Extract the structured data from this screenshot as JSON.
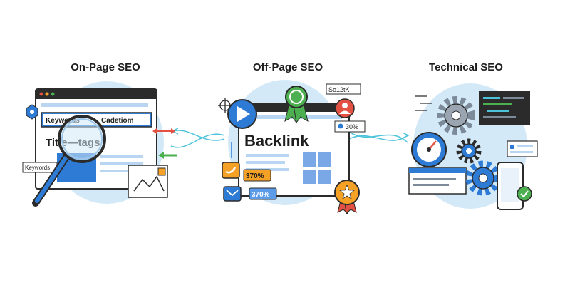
{
  "titles": {
    "on_page": "On-Page SEO",
    "off_page": "Off-Page SEO",
    "technical": "Technical SEO"
  },
  "on_page": {
    "keywords_label": "Keywords",
    "description_label": "Cadetiom",
    "title_tags_label": "Title—tags",
    "small_keywords_label": "Keywords"
  },
  "off_page": {
    "backlink_label": "Backlink",
    "top_badge": "So12tK",
    "twitter_stat": "30%",
    "stat_1": "370%",
    "stat_2": "370%"
  },
  "icons": {
    "on_page": [
      "hexagon-icon",
      "magnifier-icon",
      "image-icon",
      "arrow-icon"
    ],
    "off_page": [
      "play-icon",
      "ribbon-award-icon",
      "user-icon",
      "twitter-icon",
      "mail-icon",
      "star-badge-icon"
    ],
    "technical": [
      "gear-icon",
      "gauge-icon",
      "code-window-icon",
      "phone-icon",
      "check-icon"
    ]
  },
  "colors": {
    "blob": "#d4e9f8",
    "blue": "#2e7bd6",
    "dark": "#2b2b2b",
    "orange": "#f4a126",
    "green": "#4caf50",
    "red": "#e25141",
    "teal": "#4cc3d9"
  }
}
